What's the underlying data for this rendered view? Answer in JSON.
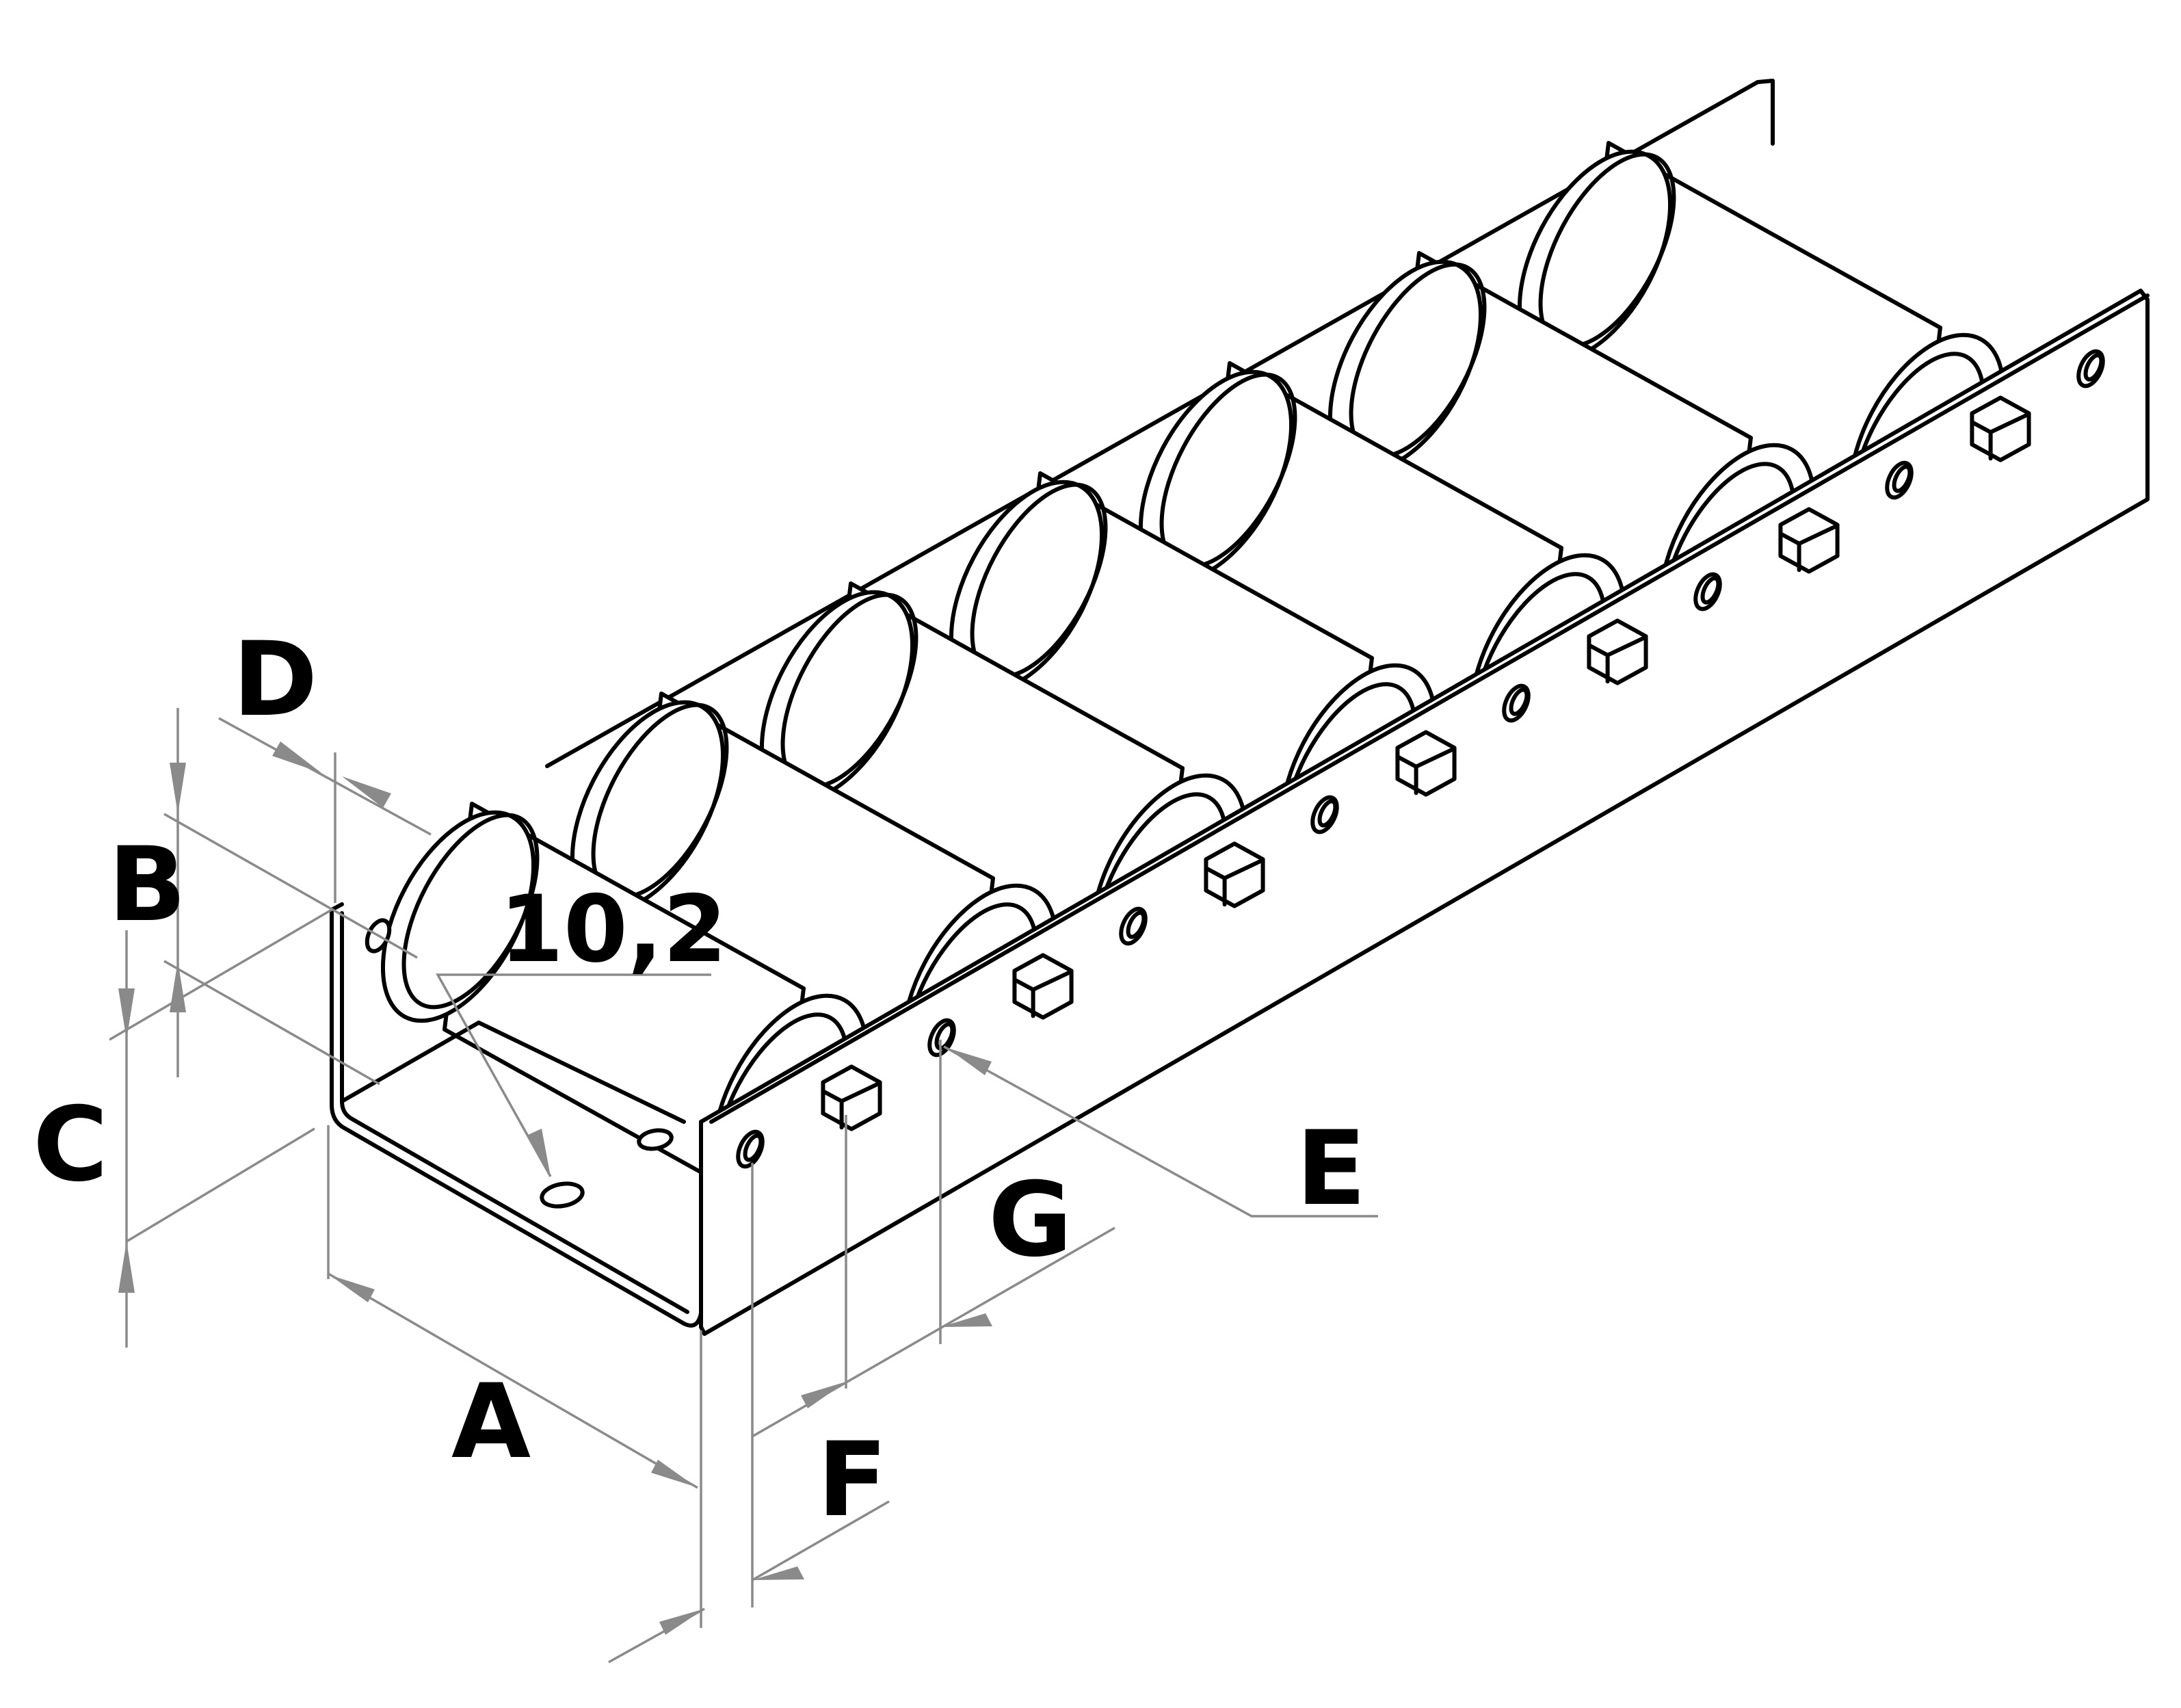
{
  "diagram": {
    "subject": "roller-conveyor-track",
    "roller_count": 7,
    "colors": {
      "line": "#000000",
      "dimension": "#8a8a8a",
      "background": "#ffffff"
    },
    "labels": {
      "A": "A",
      "B": "B",
      "C": "C",
      "D": "D",
      "E": "E",
      "F": "F",
      "G": "G",
      "hole_diameter": "10,2"
    }
  }
}
